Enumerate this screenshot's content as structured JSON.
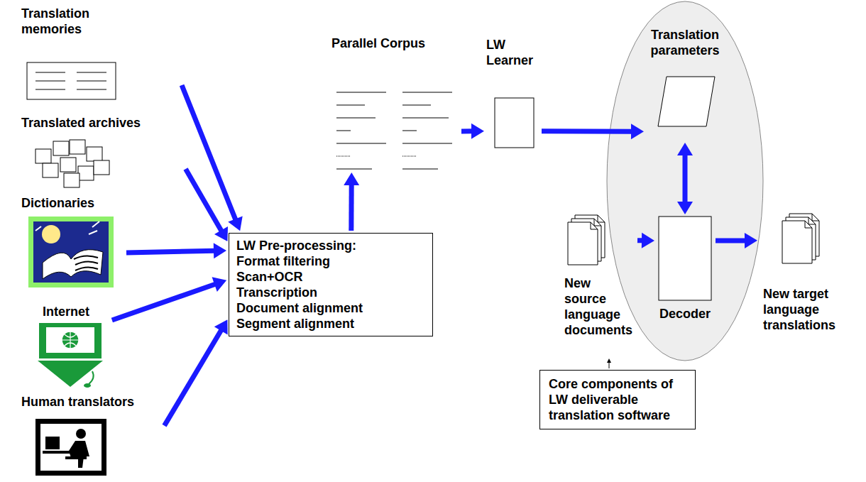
{
  "diagram": {
    "nodes": [
      {
        "text": [
          "Translation memories"
        ]
      },
      {
        "text": [
          "Translated archives"
        ]
      },
      {
        "text": [
          "Dictionaries"
        ]
      },
      {
        "text": [
          "Internet"
        ]
      },
      {
        "text": [
          "Human translators"
        ]
      },
      {
        "text": [
          "LW Pre-processing:",
          "Format filtering",
          "Scan+OCR",
          "Transcription",
          "Document alignment",
          "Segment alignment"
        ]
      },
      {
        "text": [
          "Parallel Corpus"
        ]
      },
      {
        "text": [
          "LW Learner"
        ]
      },
      {
        "text": [
          "Translation parameters"
        ]
      },
      {
        "text": [
          "New source language documents"
        ]
      },
      {
        "text": [
          "Decoder"
        ]
      },
      {
        "text": [
          "New target language translations"
        ]
      },
      {
        "text": [
          "Core components of LW deliverable translation software"
        ]
      }
    ],
    "edges": [
      {
        "from": 0,
        "to": 5,
        "arrow": "to"
      },
      {
        "from": 1,
        "to": 5,
        "arrow": "to"
      },
      {
        "from": 2,
        "to": 5,
        "arrow": "to"
      },
      {
        "from": 3,
        "to": 5,
        "arrow": "to"
      },
      {
        "from": 4,
        "to": 5,
        "arrow": "to"
      },
      {
        "from": 5,
        "to": 6,
        "arrow": "to"
      },
      {
        "from": 6,
        "to": 7,
        "arrow": "to"
      },
      {
        "from": 7,
        "to": 8,
        "arrow": "to"
      },
      {
        "from": 8,
        "to": 10,
        "arrow": "both"
      },
      {
        "from": 9,
        "to": 10,
        "arrow": "to"
      },
      {
        "from": 10,
        "to": 11,
        "arrow": "to"
      }
    ]
  }
}
